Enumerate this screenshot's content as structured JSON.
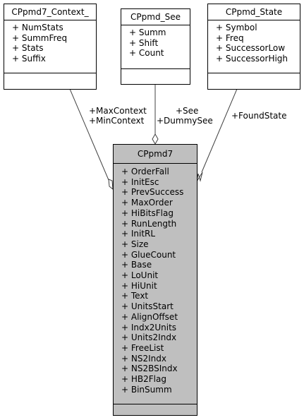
{
  "classes": {
    "context": {
      "name": "CPpmd7_Context_",
      "attributes": [
        "+ NumStats",
        "+ SummFreq",
        "+ Stats",
        "+ Suffix"
      ]
    },
    "see": {
      "name": "CPpmd_See",
      "attributes": [
        "+ Summ",
        "+ Shift",
        "+ Count"
      ]
    },
    "state": {
      "name": "CPpmd_State",
      "attributes": [
        "+ Symbol",
        "+ Freq",
        "+ SuccessorLow",
        "+ SuccessorHigh"
      ]
    },
    "ppmd7": {
      "name": "CPpmd7",
      "attributes": [
        "+ OrderFall",
        "+ InitEsc",
        "+ PrevSuccess",
        "+ MaxOrder",
        "+ HiBitsFlag",
        "+ RunLength",
        "+ InitRL",
        "+ Size",
        "+ GlueCount",
        "+ Base",
        "+ LoUnit",
        "+ HiUnit",
        "+ Text",
        "+ UnitsStart",
        "+ AlignOffset",
        "+ Indx2Units",
        "+ Units2Indx",
        "+ FreeList",
        "+ NS2Indx",
        "+ NS2BSIndx",
        "+ HB2Flag",
        "+ BinSumm"
      ]
    }
  },
  "edges": {
    "context_label_1": "+MaxContext",
    "context_label_2": "+MinContext",
    "see_label_1": "+See",
    "see_label_2": "+DummySee",
    "state_label": "+FoundState"
  },
  "colors": {
    "main_header": "#bfbfbf",
    "main_body": "#bfbfbf",
    "line": "#404040"
  }
}
